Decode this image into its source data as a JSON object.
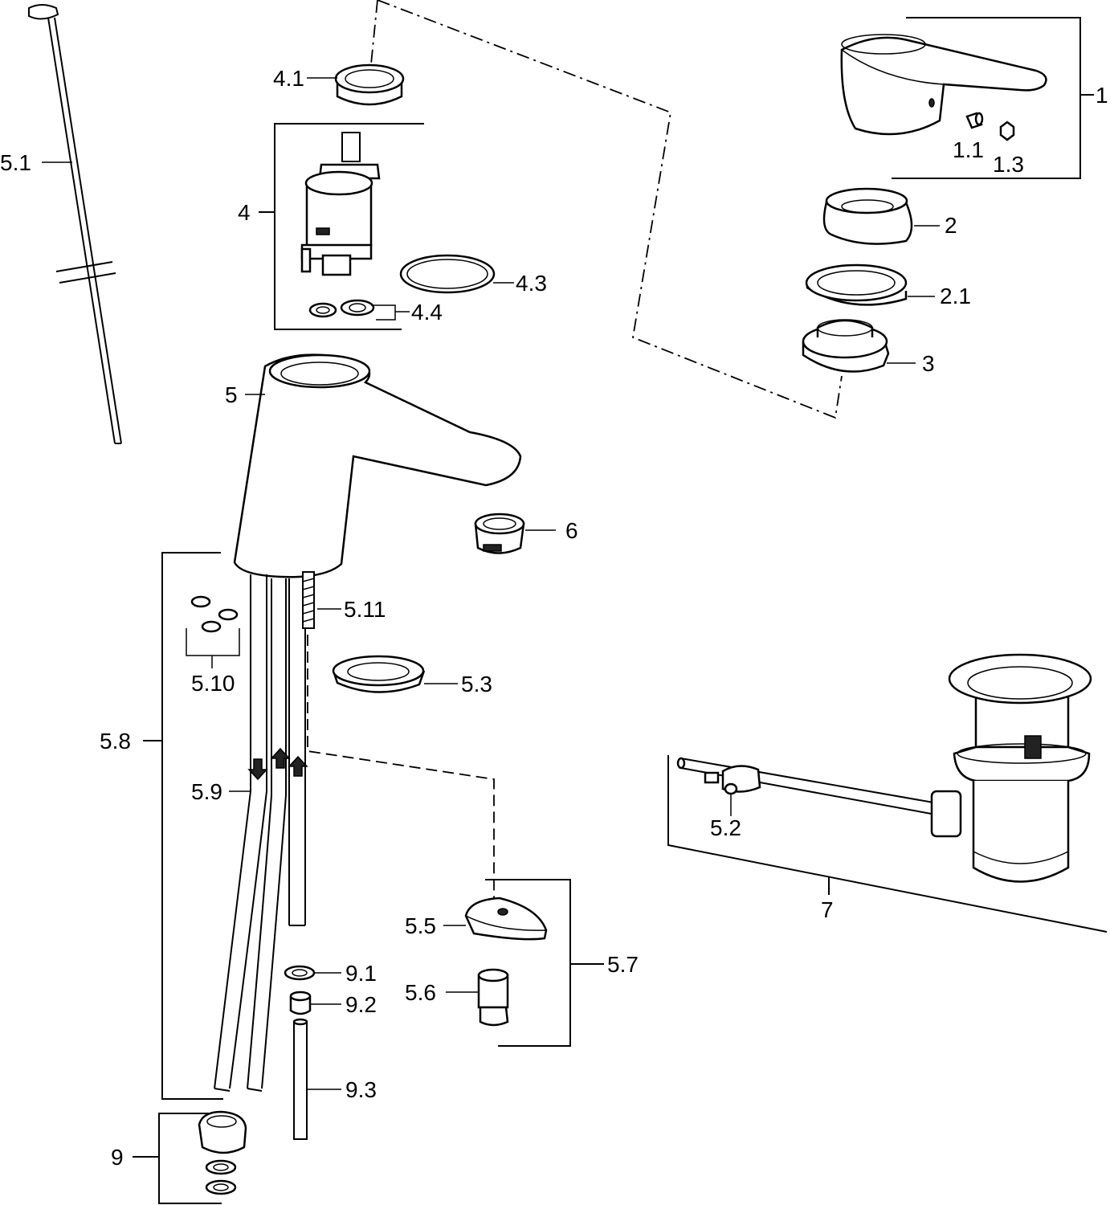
{
  "labels": {
    "l1": "1",
    "l1_1": "1.1",
    "l1_3": "1.3",
    "l2": "2",
    "l2_1": "2.1",
    "l3": "3",
    "l4": "4",
    "l4_1": "4.1",
    "l4_3": "4.3",
    "l4_4": "4.4",
    "l5": "5",
    "l5_1": "5.1",
    "l5_2": "5.2",
    "l5_3": "5.3",
    "l5_5": "5.5",
    "l5_6": "5.6",
    "l5_7": "5.7",
    "l5_8": "5.8",
    "l5_9": "5.9",
    "l5_10": "5.10",
    "l5_11": "5.11",
    "l6": "6",
    "l7": "7",
    "l9": "9",
    "l9_1": "9.1",
    "l9_2": "9.2",
    "l9_3": "9.3"
  }
}
